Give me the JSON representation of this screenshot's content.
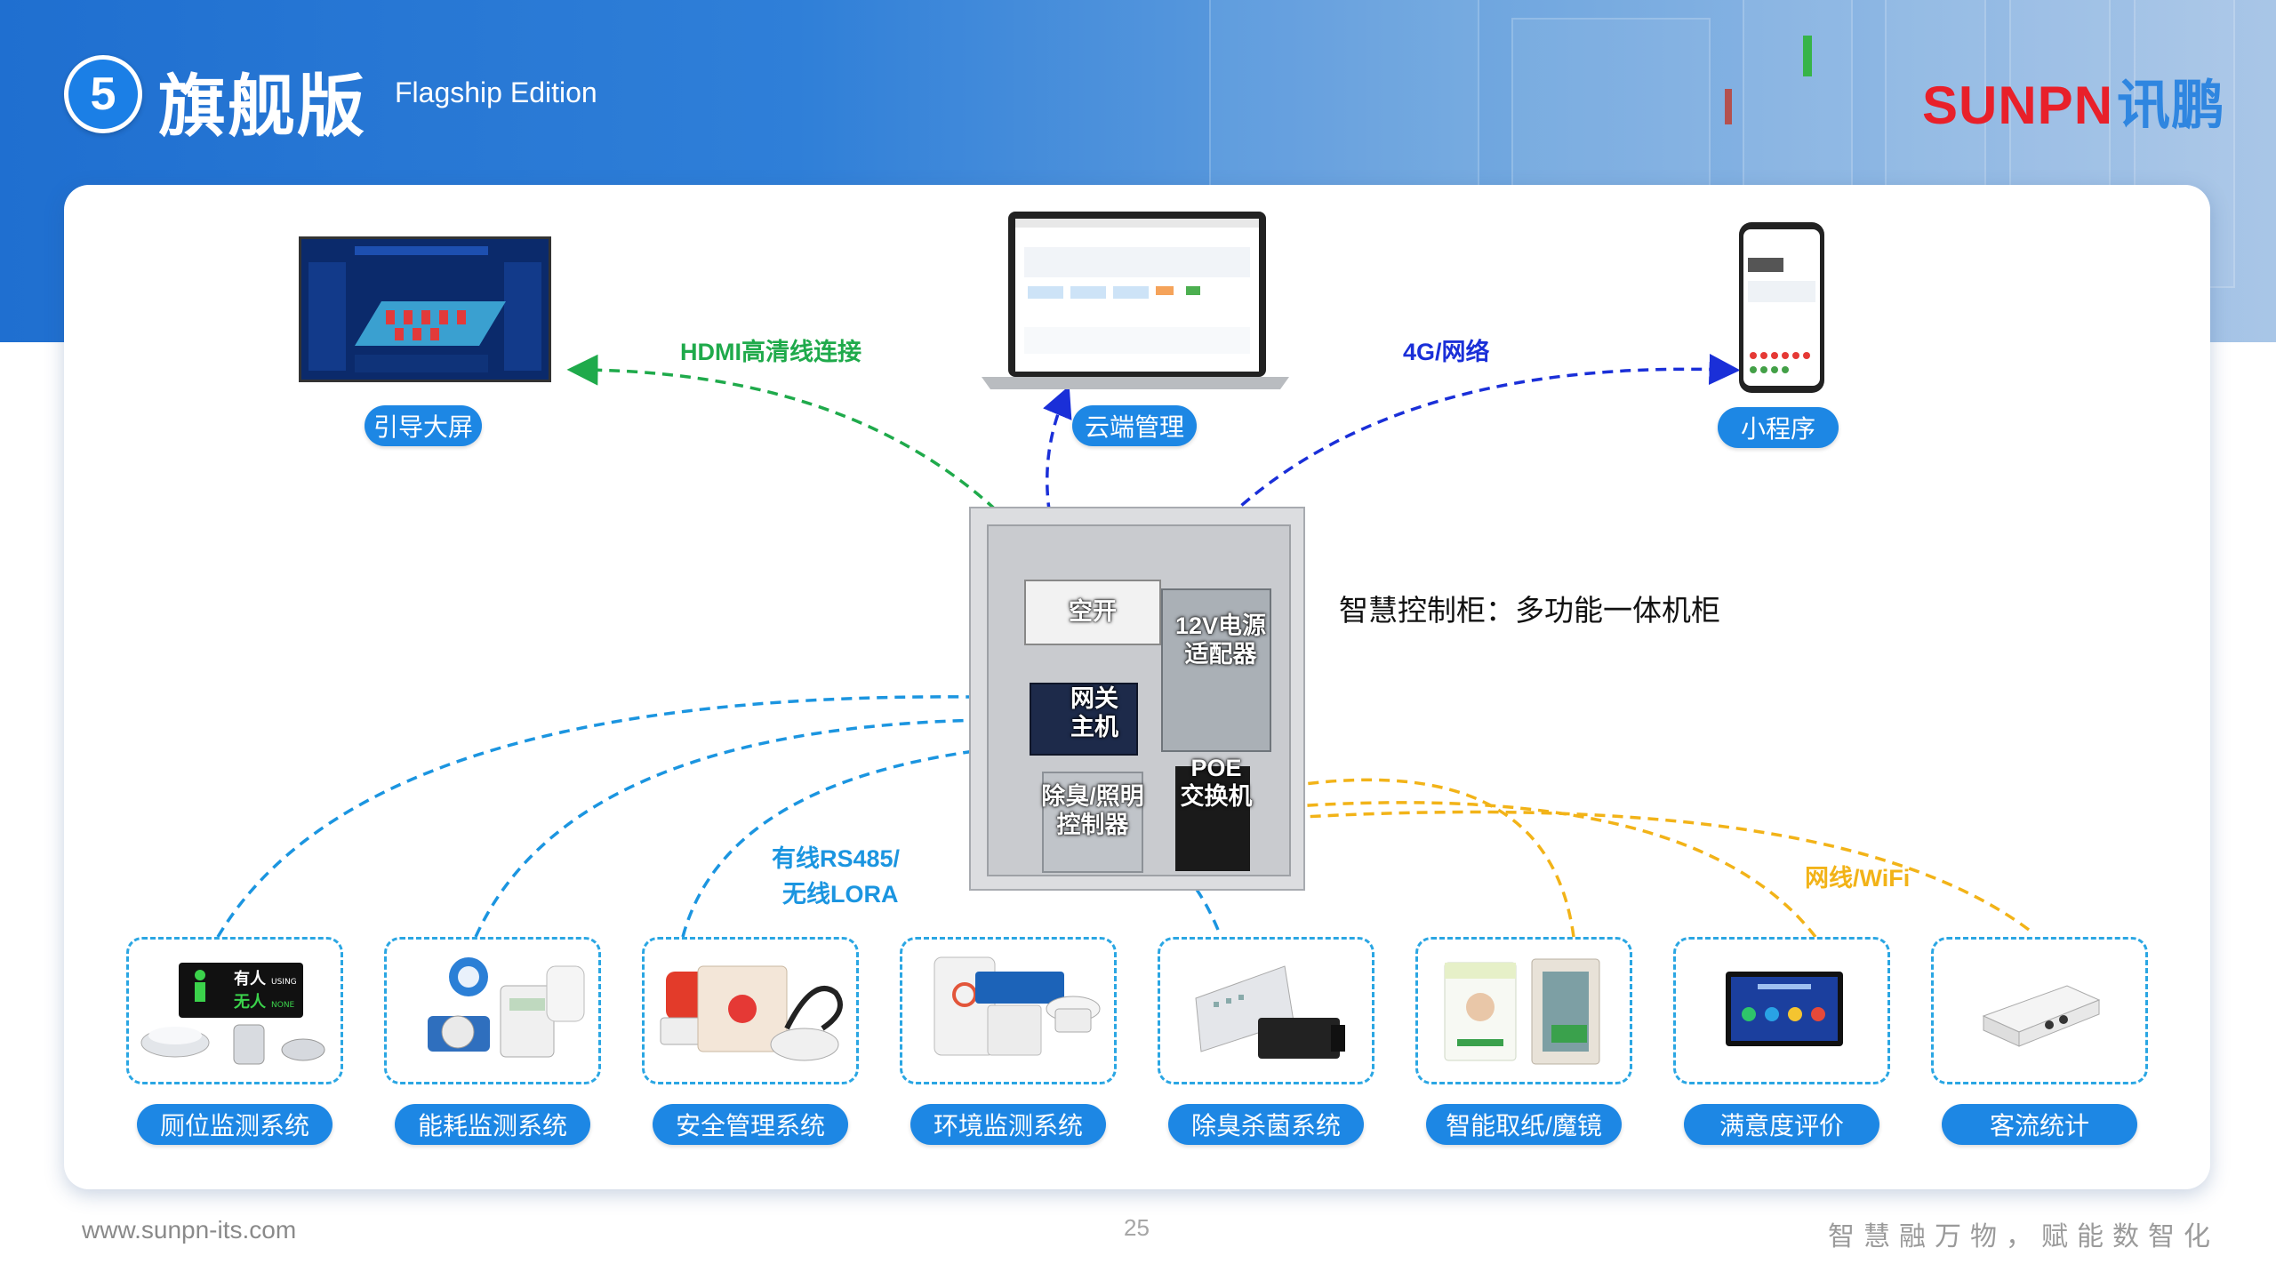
{
  "header": {
    "number": "5",
    "title_cn": "旗舰版",
    "title_en": "Flagship Edition",
    "logo_en": "SUNPN",
    "logo_cn": "讯鹏"
  },
  "top_devices": [
    {
      "label": "引导大屏",
      "icon": "display-screen-icon"
    },
    {
      "label": "云端管理",
      "icon": "laptop-icon"
    },
    {
      "label": "小程序",
      "icon": "smartphone-icon"
    }
  ],
  "connections": {
    "hdmi": "HDMI高清线连接",
    "network_4g": "4G/网络",
    "rs485_line1": "有线RS485/",
    "rs485_line2": "无线LORA",
    "wifi": "网线/WiFi"
  },
  "cabinet": {
    "description": "智慧控制柜：多功能一体机柜",
    "air_switch": "空开",
    "power_line1": "12V电源",
    "power_line2": "适配器",
    "gateway_line1": "网关",
    "gateway_line2": "主机",
    "deodor_line1": "除臭/照明",
    "deodor_line2": "控制器",
    "poe_line1": "POE",
    "poe_line2": "交换机"
  },
  "sign_texts": {
    "occupied": "有人",
    "using": "USING",
    "vacant": "无人",
    "none": "NONE"
  },
  "systems": [
    {
      "label": "厕位监测系统",
      "icon": "occupancy-sensor-icon"
    },
    {
      "label": "能耗监测系统",
      "icon": "energy-meter-icon"
    },
    {
      "label": "安全管理系统",
      "icon": "alarm-button-icon"
    },
    {
      "label": "环境监测系统",
      "icon": "environment-sensor-icon"
    },
    {
      "label": "除臭杀菌系统",
      "icon": "deodorizer-icon"
    },
    {
      "label": "智能取纸/魔镜",
      "icon": "smart-mirror-icon"
    },
    {
      "label": "满意度评价",
      "icon": "rating-panel-icon"
    },
    {
      "label": "客流统计",
      "icon": "people-counter-icon"
    }
  ],
  "footer": {
    "url": "www.sunpn-its.com",
    "page": "25",
    "slogan": "智慧融万物，赋能数智化"
  },
  "colors": {
    "accent_blue": "#1d87e4",
    "hdmi_green": "#1faa4b",
    "network_blue": "#1a2fd8",
    "wired_cyan": "#1b95e0",
    "wifi_orange": "#f2b318",
    "logo_red": "#e8202a"
  }
}
